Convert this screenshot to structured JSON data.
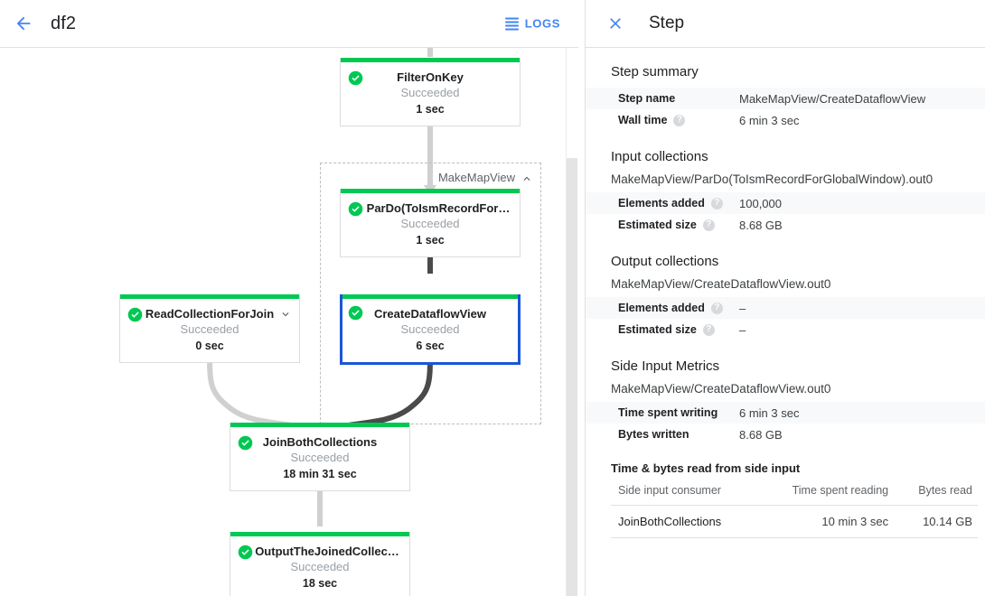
{
  "topbar": {
    "back_icon": "arrow-left-icon",
    "job_name": "df2",
    "logs_label": "LOGS",
    "logs_icon": "logs-list-icon",
    "accent": "#4285f4"
  },
  "graph": {
    "composite": {
      "label": "MakeMapView",
      "toggle_icon": "chevron-up-icon"
    },
    "nodes": [
      {
        "id": "filter-on-key",
        "title": "FilterOnKey",
        "status": "Succeeded",
        "time": "1 sec",
        "status_icon": "check-circle-icon",
        "selected": false,
        "has_expand": false
      },
      {
        "id": "pardo-to-ism-record",
        "title": "ParDo(ToIsmRecordFor…",
        "status": "Succeeded",
        "time": "1 sec",
        "status_icon": "check-circle-icon",
        "selected": false,
        "has_expand": false
      },
      {
        "id": "create-dataflow-view",
        "title": "CreateDataflowView",
        "status": "Succeeded",
        "time": "6 sec",
        "status_icon": "check-circle-icon",
        "selected": true,
        "has_expand": false
      },
      {
        "id": "read-collection-for-join",
        "title": "ReadCollectionForJoin",
        "status": "Succeeded",
        "time": "0 sec",
        "status_icon": "check-circle-icon",
        "selected": false,
        "has_expand": true,
        "expand_icon": "chevron-down-icon"
      },
      {
        "id": "join-both-collections",
        "title": "JoinBothCollections",
        "status": "Succeeded",
        "time": "18 min 31 sec",
        "status_icon": "check-circle-icon",
        "selected": false,
        "has_expand": false
      },
      {
        "id": "output-the-joined-collection",
        "title": "OutputTheJoinedCollec…",
        "status": "Succeeded",
        "time": "18 sec",
        "status_icon": "check-circle-icon",
        "selected": false,
        "has_expand": false
      }
    ],
    "colors": {
      "success_bar": "#00c853",
      "selected_border": "#1a56d6",
      "edge_light": "#d0d0d0",
      "edge_dark": "#4a4a4a"
    }
  },
  "details": {
    "close_icon": "close-icon",
    "title": "Step",
    "step_summary": {
      "heading": "Step summary",
      "rows": [
        {
          "key": "Step name",
          "value": "MakeMapView/CreateDataflowView",
          "help": false
        },
        {
          "key": "Wall time",
          "value": "6 min 3 sec",
          "help": true
        }
      ]
    },
    "input_collections": {
      "heading": "Input collections",
      "collection": "MakeMapView/ParDo(ToIsmRecordForGlobalWindow).out0",
      "rows": [
        {
          "key": "Elements added",
          "value": "100,000",
          "help": true
        },
        {
          "key": "Estimated size",
          "value": "8.68 GB",
          "help": true
        }
      ]
    },
    "output_collections": {
      "heading": "Output collections",
      "collection": "MakeMapView/CreateDataflowView.out0",
      "rows": [
        {
          "key": "Elements added",
          "value": "–",
          "help": true
        },
        {
          "key": "Estimated size",
          "value": "–",
          "help": true
        }
      ]
    },
    "side_input_metrics": {
      "heading": "Side Input Metrics",
      "collection": "MakeMapView/CreateDataflowView.out0",
      "rows": [
        {
          "key": "Time spent writing",
          "value": "6 min 3 sec",
          "help": false
        },
        {
          "key": "Bytes written",
          "value": "8.68 GB",
          "help": false
        }
      ],
      "table_title": "Time & bytes read from side input",
      "columns": [
        "Side input consumer",
        "Time spent reading",
        "Bytes read"
      ],
      "rows_data": [
        [
          "JoinBothCollections",
          "10 min 3 sec",
          "10.14 GB"
        ]
      ]
    }
  }
}
